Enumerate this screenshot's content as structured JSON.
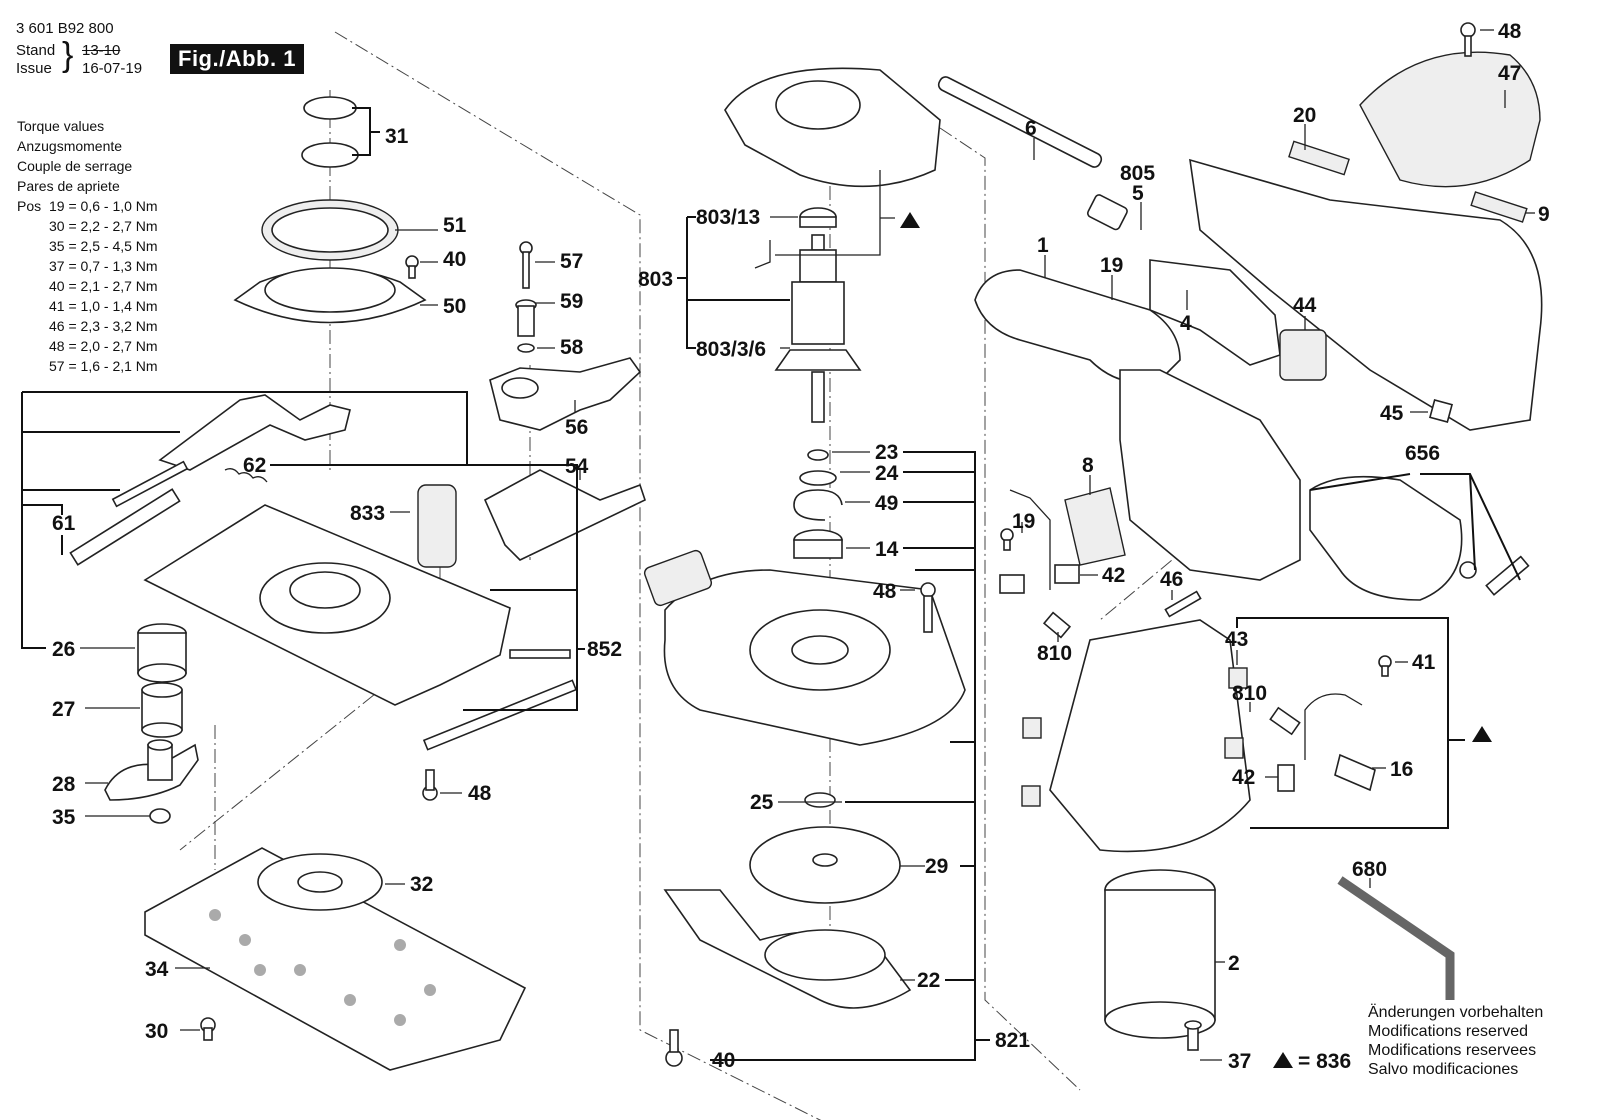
{
  "header": {
    "part_number": "3 601 B92 800",
    "stand_label": "Stand",
    "issue_label": "Issue",
    "old_date": "13-10",
    "new_date": "16-07-19",
    "figure_label": "Fig./Abb. 1"
  },
  "torque": {
    "titles": [
      "Torque values",
      "Anzugsmomente",
      "Couple de serrage",
      "Pares de apriete"
    ],
    "pos_label": "Pos",
    "rows": [
      {
        "pos": "19",
        "value": "0,6 - 1,0 Nm"
      },
      {
        "pos": "30",
        "value": "2,2 - 2,7 Nm"
      },
      {
        "pos": "35",
        "value": "2,5 - 4,5 Nm"
      },
      {
        "pos": "37",
        "value": "0,7 - 1,3 Nm"
      },
      {
        "pos": "40",
        "value": "2,1 - 2,7 Nm"
      },
      {
        "pos": "41",
        "value": "1,0 - 1,4 Nm"
      },
      {
        "pos": "46",
        "value": "2,3 - 3,2 Nm"
      },
      {
        "pos": "48",
        "value": "2,0 - 2,7 Nm"
      },
      {
        "pos": "57",
        "value": "1,6 - 2,1 Nm"
      }
    ]
  },
  "legend": {
    "triangle_equals": "= 836"
  },
  "footer": {
    "lines": [
      "Änderungen vorbehalten",
      "Modifications reserved",
      "Modifications reservees",
      "Salvo modificaciones"
    ]
  },
  "callouts": {
    "c31": "31",
    "c51": "51",
    "c40a": "40",
    "c50": "50",
    "c57": "57",
    "c59": "59",
    "c58": "58",
    "c56": "56",
    "c62": "62",
    "c61": "61",
    "c54": "54",
    "c833": "833",
    "c26": "26",
    "c852": "852",
    "c27": "27",
    "c28": "28",
    "c35": "35",
    "c48a": "48",
    "c32": "32",
    "c34": "34",
    "c30": "30",
    "c803_13": "803/13",
    "c803": "803",
    "c803_3_6": "803/3/6",
    "c23": "23",
    "c24": "24",
    "c49": "49",
    "c14": "14",
    "c48b": "48",
    "c25": "25",
    "c29": "29",
    "c22": "22",
    "c40b": "40",
    "c821": "821",
    "c6": "6",
    "c805": "805",
    "c5": "5",
    "c19a": "19",
    "c1": "1",
    "c4": "4",
    "c20": "20",
    "c48c": "48",
    "c47": "47",
    "c9": "9",
    "c44": "44",
    "c45": "45",
    "c656": "656",
    "c8": "8",
    "c19b": "19",
    "c42a": "42",
    "c46": "46",
    "c810a": "810",
    "c43": "43",
    "c41": "41",
    "c810b": "810",
    "c42b": "42",
    "c16": "16",
    "c680": "680",
    "c2": "2",
    "c37": "37"
  }
}
